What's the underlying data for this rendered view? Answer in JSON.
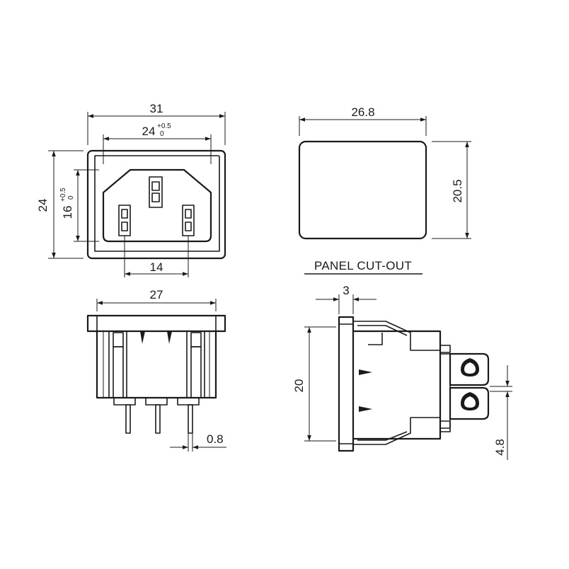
{
  "dimensions": {
    "front_width": "31",
    "front_inner_width": "24",
    "front_inner_width_tol_upper": "+0.5",
    "front_inner_width_tol_lower": "0",
    "front_height": "24",
    "front_inner_height": "16",
    "front_inner_height_tol_upper": "+0.5",
    "front_inner_height_tol_lower": "0",
    "pin_spacing": "14",
    "cutout_width": "26.8",
    "cutout_height": "20.5",
    "bottom_width": "27",
    "pin_diameter": "0.8",
    "flange_thickness": "3",
    "side_height": "20",
    "terminal_spacing": "4.8"
  },
  "labels": {
    "panel_cutout": "PANEL CUT-OUT"
  }
}
